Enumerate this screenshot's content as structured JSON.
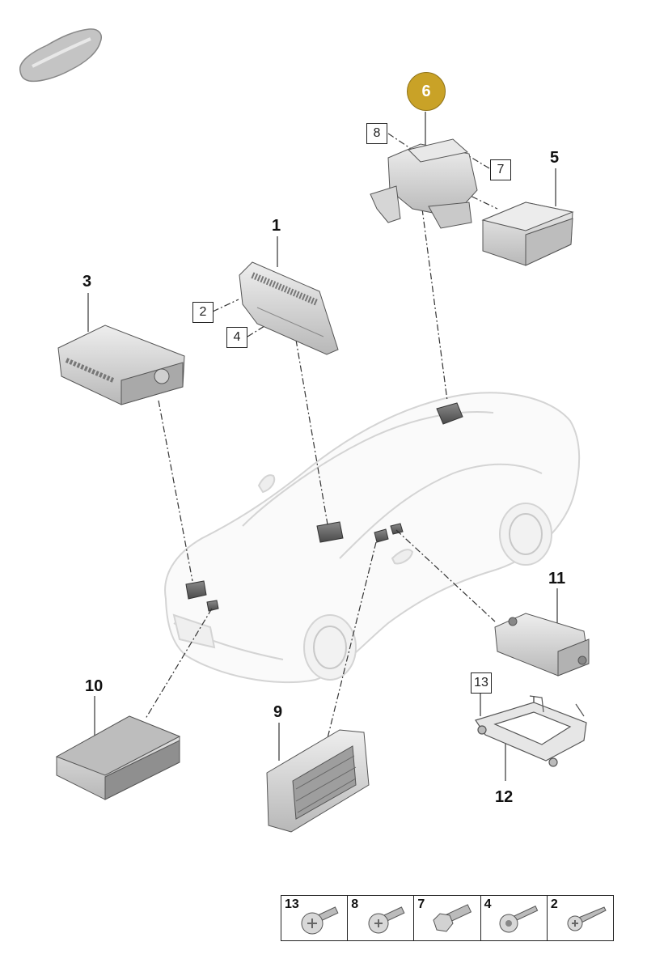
{
  "callouts": {
    "c1": "1",
    "c2": "2",
    "c3": "3",
    "c4": "4",
    "c5": "5",
    "c6": "6",
    "c7": "7",
    "c8": "8",
    "c9": "9",
    "c10": "10",
    "c11": "11",
    "c12": "12",
    "c13": "13"
  },
  "highlight": {
    "label": "6",
    "color": "#c9a227"
  },
  "hardware_table": [
    {
      "label": "13",
      "icon": "torx-screw-icon"
    },
    {
      "label": "8",
      "icon": "torx-screw-icon"
    },
    {
      "label": "7",
      "icon": "hex-bolt-icon"
    },
    {
      "label": "4",
      "icon": "threaded-stud-icon"
    },
    {
      "label": "2",
      "icon": "self-tapping-screw-icon"
    }
  ],
  "colors": {
    "part_fill": "#d9d9d9",
    "part_stroke": "#666666",
    "car_stroke": "#dddddd",
    "leader": "#333333"
  }
}
